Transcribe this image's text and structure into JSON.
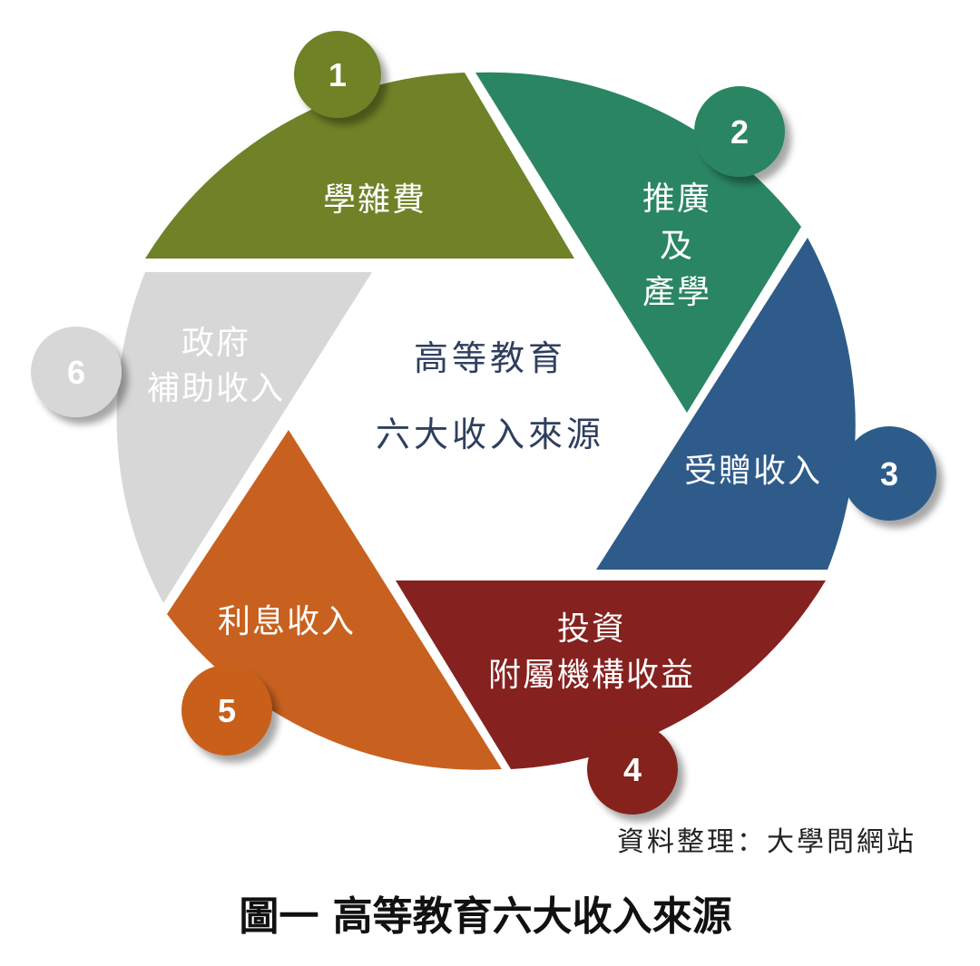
{
  "diagram": {
    "center": {
      "line1": "高等教育",
      "line2": "六大收入來源"
    },
    "segments": [
      {
        "number": "1",
        "label_lines": [
          "學雜費"
        ],
        "color": "#6f8227"
      },
      {
        "number": "2",
        "label_lines": [
          "推廣",
          "及",
          "產學"
        ],
        "color": "#2a8563"
      },
      {
        "number": "3",
        "label_lines": [
          "受贈收入"
        ],
        "color": "#2f5b8a"
      },
      {
        "number": "4",
        "label_lines": [
          "投資",
          "附屬機構收益"
        ],
        "color": "#85211f"
      },
      {
        "number": "5",
        "label_lines": [
          "利息收入"
        ],
        "color": "#c8611f"
      },
      {
        "number": "6",
        "label_lines": [
          "政府",
          "補助收入"
        ],
        "color": "#d7d7d7"
      }
    ],
    "source": "資料整理：大學問網站",
    "caption": "圖一 高等教育六大收入來源"
  }
}
